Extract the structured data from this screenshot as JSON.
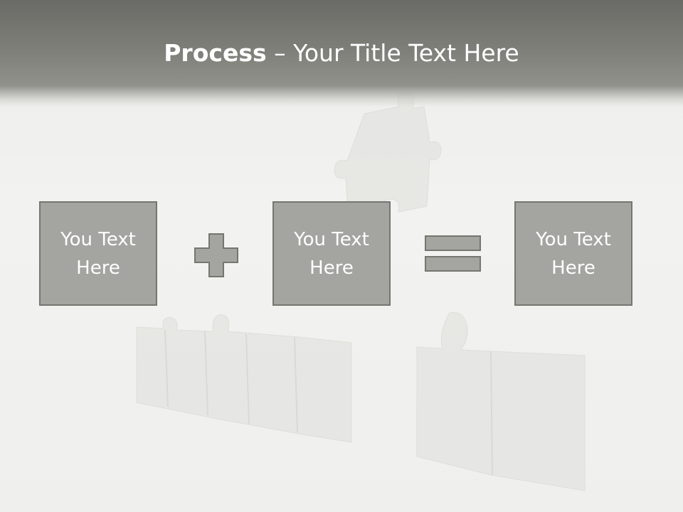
{
  "title": {
    "bold": "Process",
    "rest": " – Your Title Text Here"
  },
  "boxes": [
    {
      "text": "You Text Here"
    },
    {
      "text": "You Text Here"
    },
    {
      "text": "You Text Here"
    }
  ],
  "operators": [
    "plus",
    "equals"
  ],
  "colors": {
    "header": "#7a7b75",
    "box_fill": "#a4a5a0",
    "box_border": "#75766f",
    "text": "#ffffff"
  }
}
